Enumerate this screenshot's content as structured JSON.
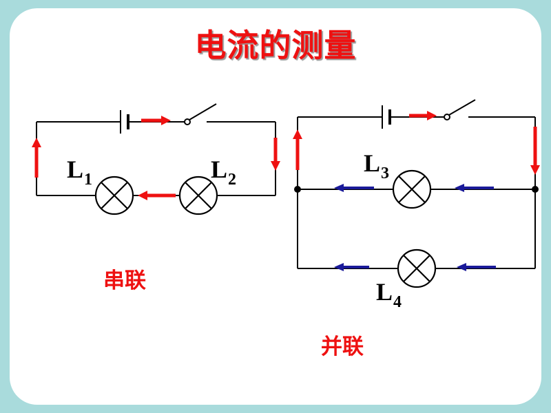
{
  "title": "电流的测量",
  "colors": {
    "background": "#a9dbdc",
    "title": "#ee1111",
    "red_arrow": "#ee1111",
    "blue_arrow": "#1a1a99",
    "wire": "#000000"
  },
  "series_circuit": {
    "caption": "串联",
    "lamps": [
      {
        "letter": "L",
        "sub": "1"
      },
      {
        "letter": "L",
        "sub": "2"
      }
    ]
  },
  "parallel_circuit": {
    "caption": "并联",
    "lamps": [
      {
        "letter": "L",
        "sub": "3"
      },
      {
        "letter": "L",
        "sub": "4"
      }
    ]
  }
}
